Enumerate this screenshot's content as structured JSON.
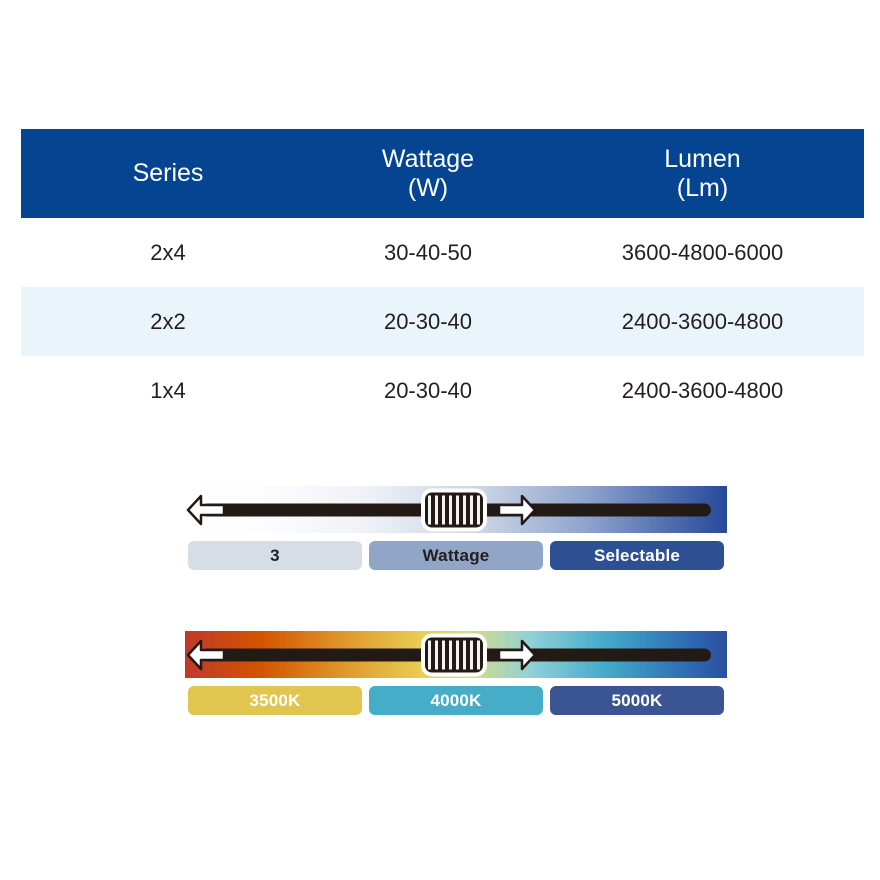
{
  "table": {
    "headers": [
      {
        "title": "Series",
        "sub": ""
      },
      {
        "title": "Wattage",
        "sub": "(W)"
      },
      {
        "title": "Lumen",
        "sub": "(Lm)"
      }
    ],
    "rows": [
      {
        "series": "2x4",
        "wattage": "30-40-50",
        "lumen": "3600-4800-6000"
      },
      {
        "series": "2x2",
        "wattage": "20-30-40",
        "lumen": "2400-3600-4800"
      },
      {
        "series": "1x4",
        "wattage": "20-30-40",
        "lumen": "2400-3600-4800"
      }
    ],
    "header_color": "#044491",
    "alt_row_color": "#e9f4fb"
  },
  "wattage_selector": {
    "name": "wattage-selectable-slider",
    "pills": [
      {
        "label": "3",
        "color": "#d7dde6"
      },
      {
        "label": "Wattage",
        "color": "#91a6c6"
      },
      {
        "label": "Selectable",
        "color": "#2d4f93"
      }
    ],
    "gradient_from": "#ffffff",
    "gradient_to": "#27499b"
  },
  "cct_selector": {
    "name": "cct-selectable-slider",
    "pills": [
      {
        "label": "3500K",
        "color": "#e0c54f"
      },
      {
        "label": "4000K",
        "color": "#45adc8"
      },
      {
        "label": "5000K",
        "color": "#3a5591"
      }
    ],
    "gradient_from": "#c0392b",
    "gradient_to": "#2a4f9e"
  }
}
